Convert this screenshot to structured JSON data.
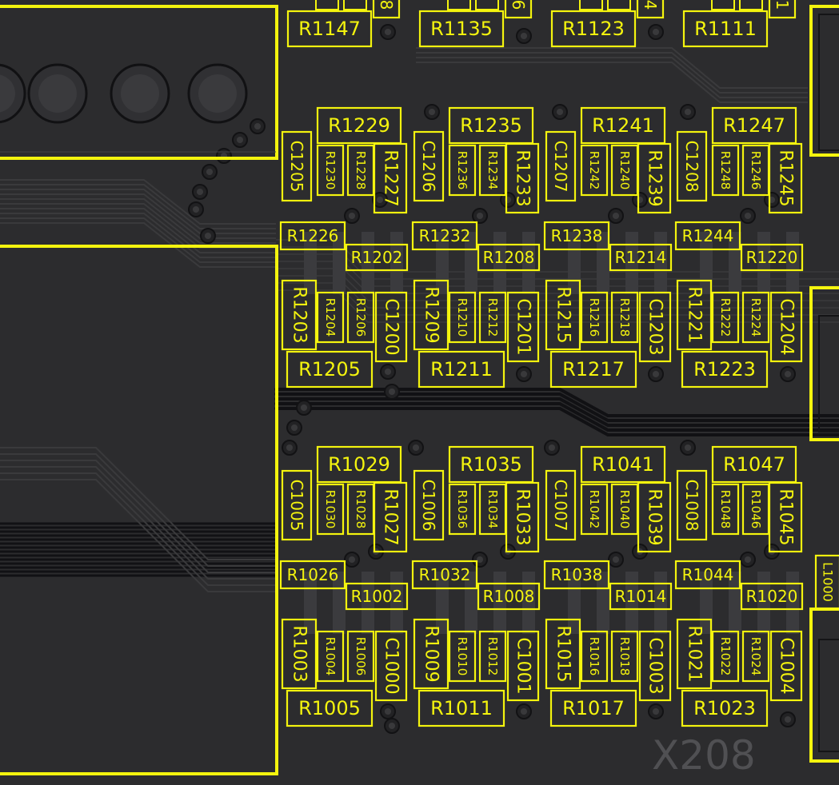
{
  "view": {
    "board_marking": "X208",
    "colors": {
      "board": "#2c2c2e",
      "silkscreen": "#f4f40e",
      "trace": "#111114",
      "trace_light": "#3a3a3c",
      "marking": "#505053"
    }
  },
  "top_row": [
    "R1147",
    "R1135",
    "R1123",
    "R1111"
  ],
  "top_row_fragments": [
    "8",
    "6",
    "4",
    "1"
  ],
  "blocks": [
    {
      "name": "block-1200",
      "top_res": [
        "R1229",
        "R1235",
        "R1241",
        "R1247"
      ],
      "caps_top": [
        "C1205",
        "C1206",
        "C1207",
        "C1208"
      ],
      "small_top": [
        [
          "R1230",
          "R1228"
        ],
        [
          "R1236",
          "R1234"
        ],
        [
          "R1242",
          "R1240"
        ],
        [
          "R1248",
          "R1246"
        ]
      ],
      "right_top": [
        "R1227",
        "R1233",
        "R1239",
        "R1245"
      ],
      "mid_upper": [
        "R1226",
        "R1232",
        "R1238",
        "R1244"
      ],
      "mid_lower": [
        "R1202",
        "R1208",
        "R1214",
        "R1220"
      ],
      "left_bot": [
        "R1203",
        "R1209",
        "R1215",
        "R1221"
      ],
      "small_bot": [
        [
          "R1204",
          "R1206"
        ],
        [
          "R1210",
          "R1212"
        ],
        [
          "R1216",
          "R1218"
        ],
        [
          "R1222",
          "R1224"
        ]
      ],
      "caps_bot": [
        "C1200",
        "C1201",
        "C1203",
        "C1204"
      ],
      "bottom_res": [
        "R1205",
        "R1211",
        "R1217",
        "R1223"
      ]
    },
    {
      "name": "block-1000",
      "top_res": [
        "R1029",
        "R1035",
        "R1041",
        "R1047"
      ],
      "caps_top": [
        "C1005",
        "C1006",
        "C1007",
        "C1008"
      ],
      "small_top": [
        [
          "R1030",
          "R1028"
        ],
        [
          "R1036",
          "R1034"
        ],
        [
          "R1042",
          "R1040"
        ],
        [
          "R1048",
          "R1046"
        ]
      ],
      "right_top": [
        "R1027",
        "R1033",
        "R1039",
        "R1045"
      ],
      "mid_upper": [
        "R1026",
        "R1032",
        "R1038",
        "R1044"
      ],
      "mid_lower": [
        "R1002",
        "R1008",
        "R1014",
        "R1020"
      ],
      "left_bot": [
        "R1003",
        "R1009",
        "R1015",
        "R1021"
      ],
      "small_bot": [
        [
          "R1004",
          "R1006"
        ],
        [
          "R1010",
          "R1012"
        ],
        [
          "R1016",
          "R1018"
        ],
        [
          "R1022",
          "R1024"
        ]
      ],
      "caps_bot": [
        "C1000",
        "C1001",
        "C1003",
        "C1004"
      ],
      "bottom_res": [
        "R1005",
        "R1011",
        "R1017",
        "R1023"
      ]
    }
  ],
  "edge_label": "L1000"
}
